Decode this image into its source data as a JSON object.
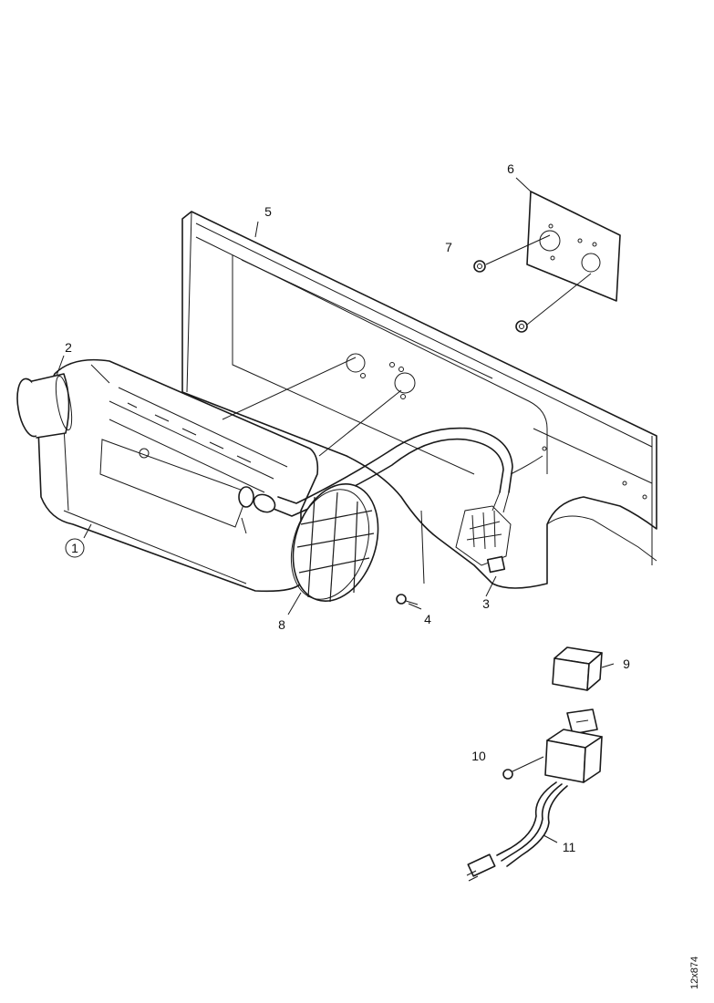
{
  "labels": {
    "heater": "1",
    "air_intake": "2",
    "harness_plug": "3",
    "screw_4": "4",
    "mounting_bracket": "5",
    "cover_plate": "6",
    "nut_7": "7",
    "round_grille": "8",
    "relay_cover": "9",
    "screw_10": "10",
    "relay_harness": "11"
  },
  "drawing_code": "12x874"
}
